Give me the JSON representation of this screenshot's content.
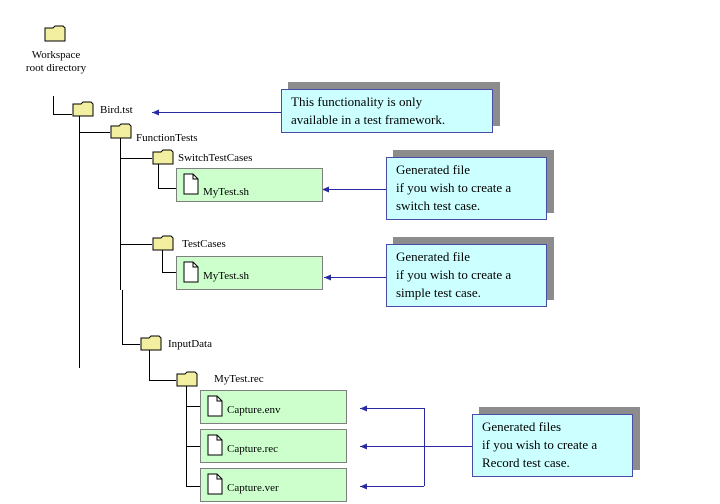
{
  "tree": {
    "root_label": [
      "Workspace",
      "root directory"
    ],
    "bird": "Bird.tst",
    "function_tests": "FunctionTests",
    "switch_test_cases": "SwitchTestCases",
    "switch_file": "MyTest.sh",
    "test_cases": "TestCases",
    "test_cases_file": "MyTest.sh",
    "input_data": "InputData",
    "mytest_rec": "MyTest.rec",
    "capture_env": "Capture.env",
    "capture_rec": "Capture.rec",
    "capture_ver": "Capture.ver"
  },
  "notes": {
    "framework": [
      "This functionality is only",
      "available in a test framework."
    ],
    "switch": [
      "Generated file",
      "if you wish to create a",
      "switch test case."
    ],
    "simple": [
      "Generated file",
      "if you wish to create a",
      "simple test case."
    ],
    "record": [
      "Generated files",
      "if you wish to create a",
      "Record test case."
    ]
  },
  "colors": {
    "folder_fill": "#f2f0a0",
    "file_box_fill": "#ccffcc",
    "note_fill": "#ccffff",
    "note_shadow": "#8c8c8c",
    "arrow": "#2a2aa0"
  }
}
